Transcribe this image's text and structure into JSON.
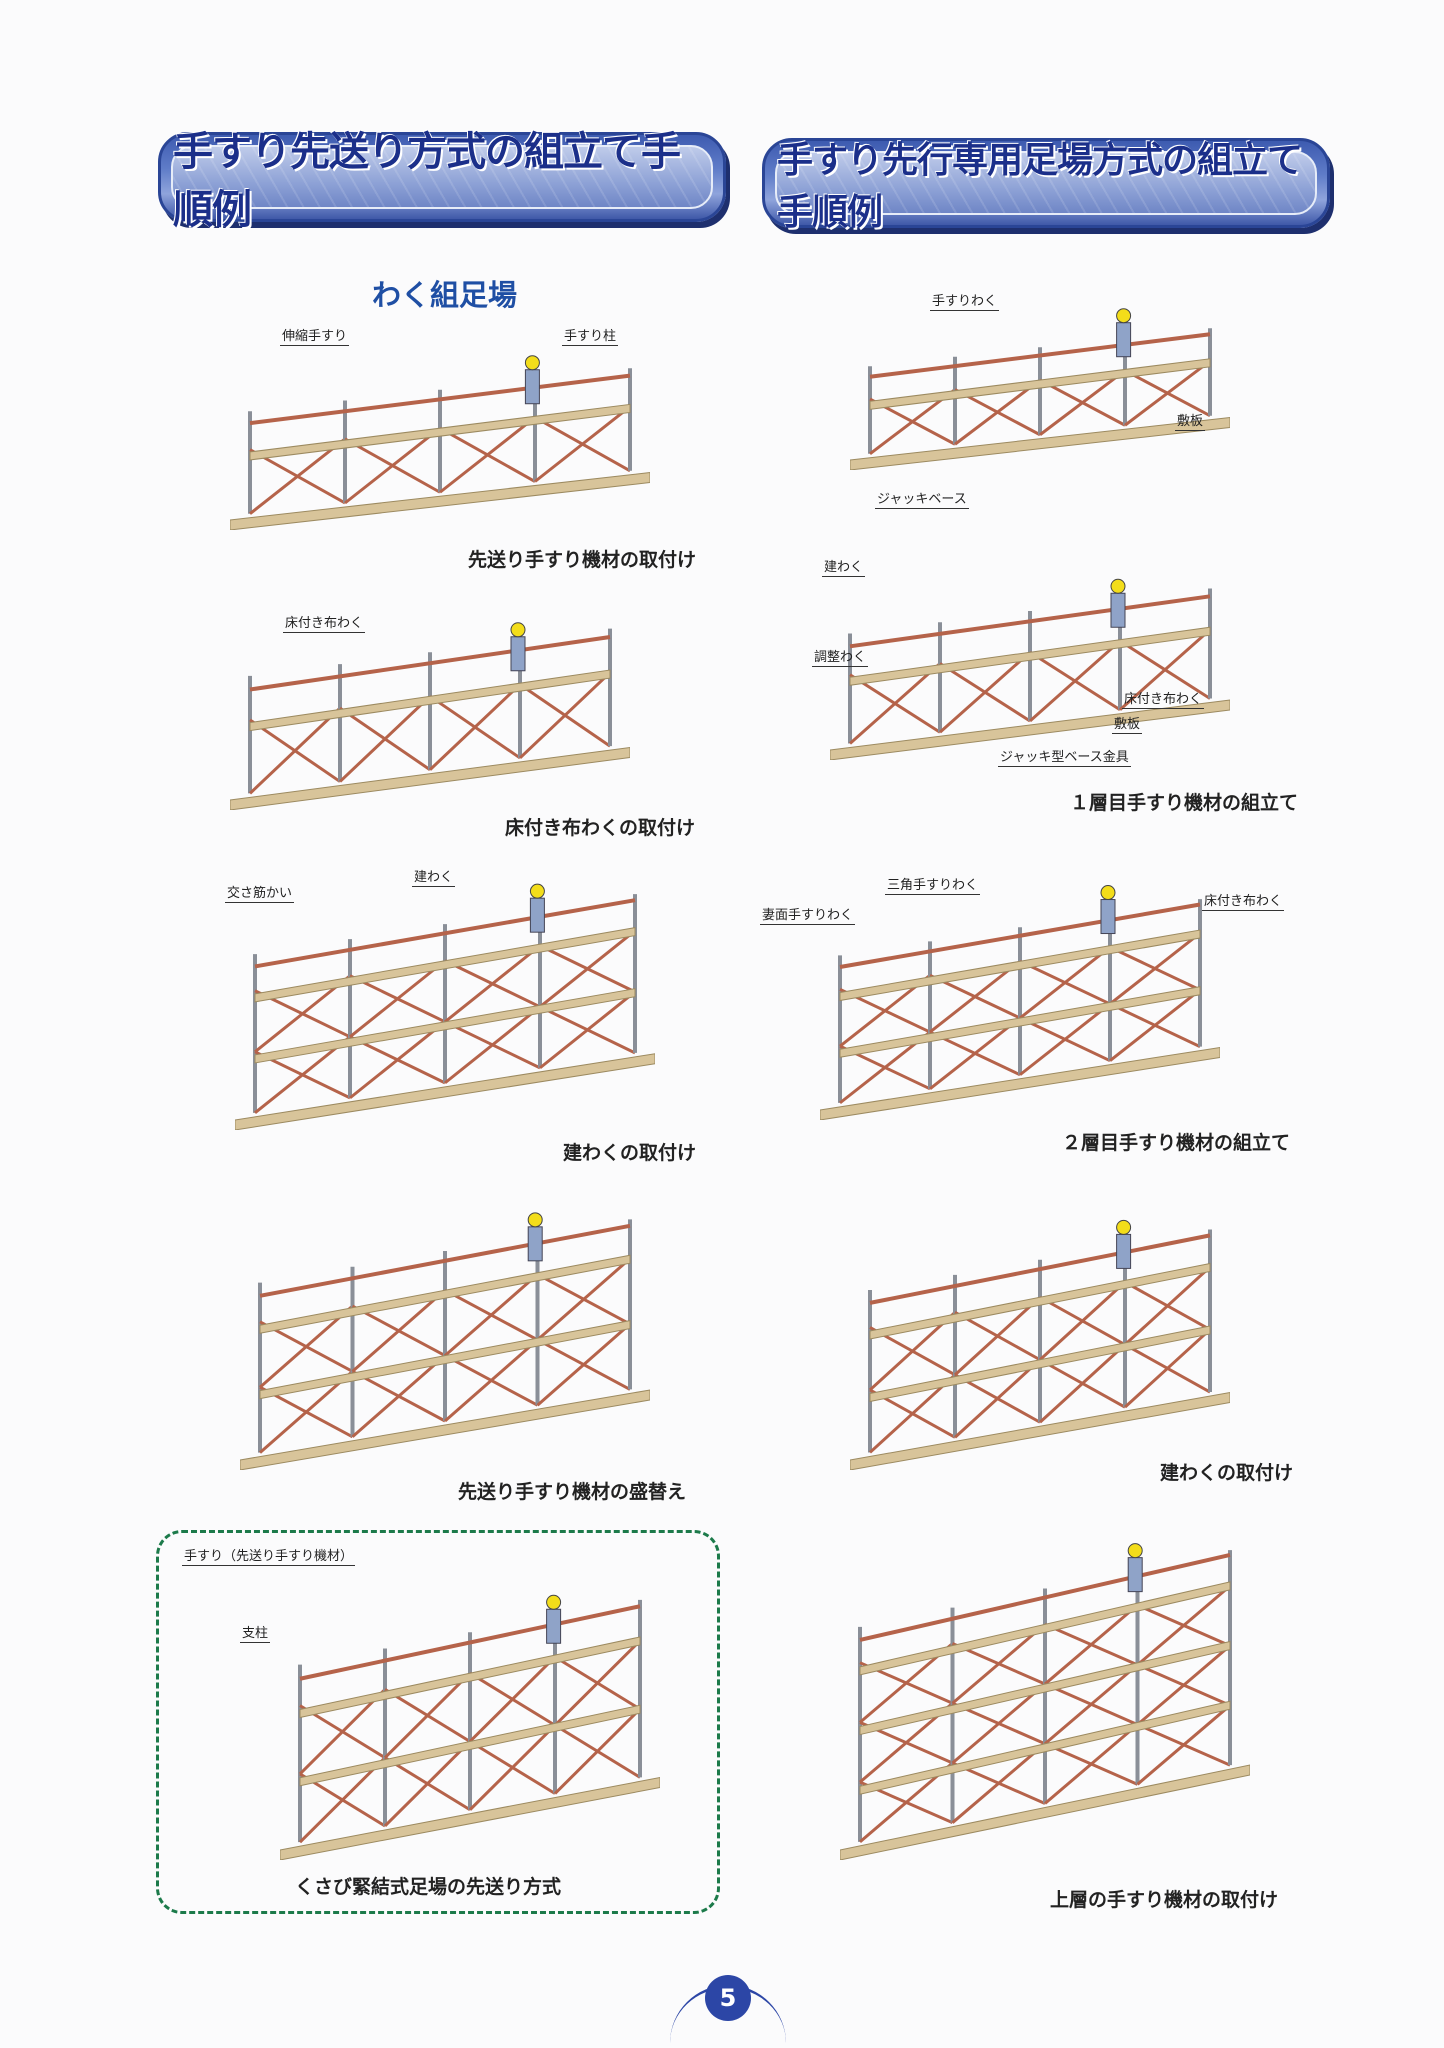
{
  "left": {
    "title": "手すり先送り方式の組立て手順例",
    "subtitle": "わく組足場",
    "steps": [
      {
        "caption": "先送り手すり機材の取付け",
        "labels": [
          "伸縮手すり",
          "手すり柱"
        ]
      },
      {
        "caption": "床付き布わくの取付け",
        "labels": [
          "床付き布わく"
        ]
      },
      {
        "caption": "建わくの取付け",
        "labels": [
          "交さ筋かい",
          "建わく"
        ]
      },
      {
        "caption": "先送り手すり機材の盛替え",
        "labels": []
      },
      {
        "caption": "くさび緊結式足場の先送り方式",
        "labels": [
          "手すり（先送り手すり機材）",
          "支柱"
        ]
      }
    ]
  },
  "right": {
    "title": "手すり先行専用足場方式の組立て手順例",
    "steps": [
      {
        "caption": "",
        "labels": [
          "手すりわく",
          "敷板",
          "ジャッキベース"
        ]
      },
      {
        "caption": "１層目手すり機材の組立て",
        "labels": [
          "建わく",
          "調整わく",
          "床付き布わく",
          "敷板",
          "ジャッキ型ベース金具"
        ]
      },
      {
        "caption": "２層目手すり機材の組立て",
        "labels": [
          "三角手すりわく",
          "床付き布わく",
          "妻面手すりわく"
        ]
      },
      {
        "caption": "建わくの取付け",
        "labels": []
      },
      {
        "caption": "上層の手すり機材の取付け",
        "labels": []
      }
    ]
  },
  "page_number": "5",
  "colors": {
    "banner": "#3d5bb0",
    "title_text": "#1b2f8a",
    "subtitle": "#1f4fa4",
    "dashed_border": "#1c7a4a",
    "handrail": "#b5634a",
    "pipe": "#8a8f98",
    "plank": "#d8c49a"
  }
}
